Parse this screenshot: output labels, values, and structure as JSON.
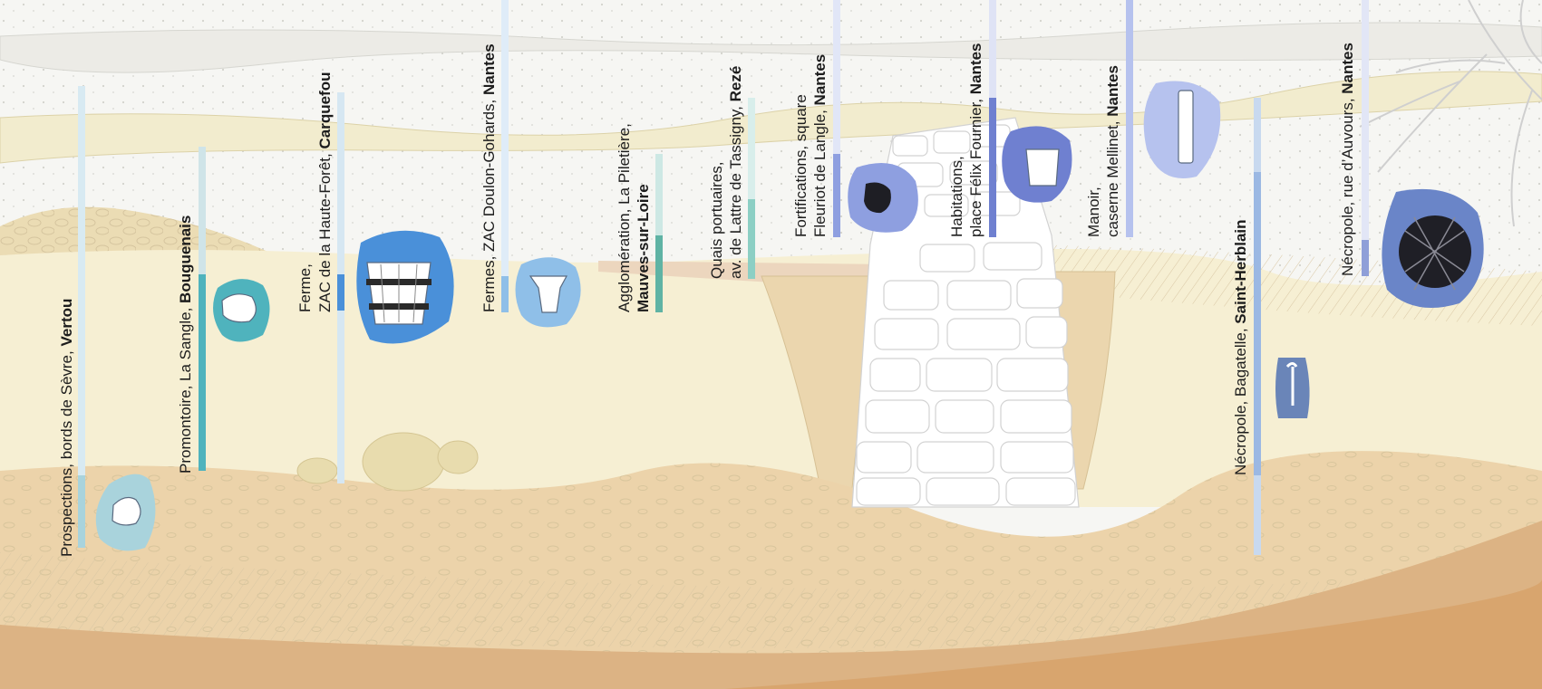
{
  "sites": [
    {
      "line1": "Prospections, bords de Sèvre, ",
      "bold1": "Vertou",
      "line2": "",
      "bold2": "",
      "color": "#a9d3dc",
      "icon": "flint-stone-icon"
    },
    {
      "line1": "Promontoire, La Sangle, ",
      "bold1": "Bouguenais",
      "line2": "",
      "bold2": "",
      "color": "#4fb3bd",
      "icon": "stone-tool-icon"
    },
    {
      "line1": "Ferme,",
      "bold1": "",
      "line2": "ZAC de la Haute-Forêt, ",
      "bold2": "Carquefou",
      "color": "#4a90d9",
      "icon": "wooden-bucket-icon"
    },
    {
      "line1": "Fermes, ZAC Doulon-Gohards, ",
      "bold1": "Nantes",
      "line2": "",
      "bold2": "",
      "color": "#8fbfe8",
      "icon": "animal-figurine-icon"
    },
    {
      "line1": "Agglomération, La Piletière,",
      "bold1": "",
      "line2": "",
      "bold2": "Mauves-sur-Loire",
      "color": "#5fb3a4",
      "icon": "none"
    },
    {
      "line1": "Quais portuaires,",
      "bold1": "",
      "line2": "av. de Lattre de Tassigny, ",
      "bold2": "Rezé",
      "color": "#8ccfc4",
      "icon": "none"
    },
    {
      "line1": "Fortifications, square",
      "bold1": "",
      "line2": "Fleuriot de Langle, ",
      "bold2": "Nantes",
      "color": "#8e9fe0",
      "icon": "coin-icon"
    },
    {
      "line1": "Habitations,",
      "bold1": "",
      "line2": "place Félix Fournier, ",
      "bold2": "Nantes",
      "color": "#6f80d0",
      "icon": "ceramic-jar-icon"
    },
    {
      "line1": "Manoir,",
      "bold1": "",
      "line2": "caserne Mellinet, ",
      "bold2": "Nantes",
      "color": "#b6c2ee",
      "icon": "comb-icon"
    },
    {
      "line1": "Nécropole, Bagatelle, ",
      "bold1": "Saint-Herblain",
      "line2": "",
      "bold2": "",
      "color": "#9bb8e3",
      "icon": "hairpin-icon"
    },
    {
      "line1": "Nécropole, rue d’Auvours, ",
      "bold1": "Nantes",
      "line2": "",
      "bold2": "",
      "color": "#8f9fd8",
      "icon": "decorated-pot-icon"
    }
  ]
}
